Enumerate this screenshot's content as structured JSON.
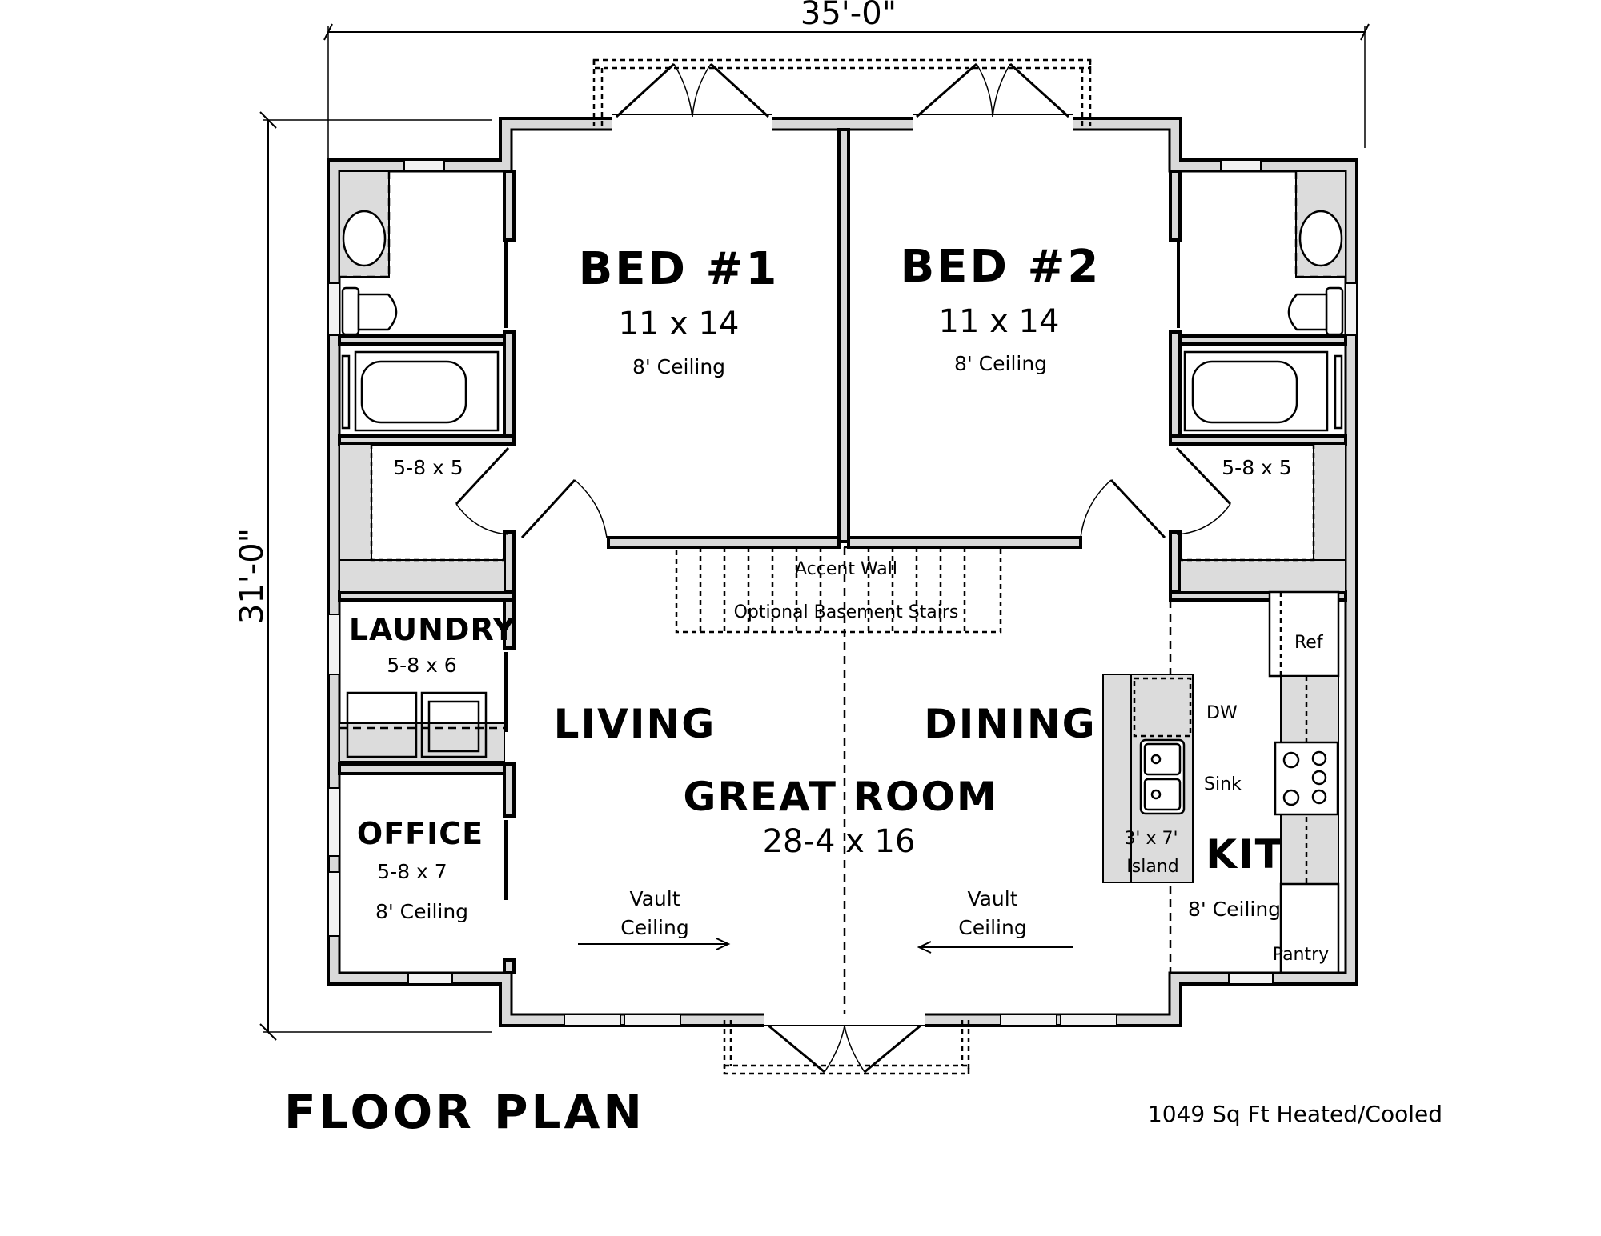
{
  "plan": {
    "title": "FLOOR PLAN",
    "area_note": "1049 Sq Ft Heated/Cooled",
    "dimensions": {
      "overall_width": "35'-0\"",
      "overall_depth": "31'-0\""
    }
  },
  "rooms": {
    "bed1": {
      "name": "BED #1",
      "size": "11 x 14",
      "ceiling": "8' Ceiling"
    },
    "bed2": {
      "name": "BED #2",
      "size": "11 x 14",
      "ceiling": "8' Ceiling"
    },
    "closet1": {
      "size": "5-8 x 5"
    },
    "closet2": {
      "size": "5-8 x 5"
    },
    "laundry": {
      "name": "LAUNDRY",
      "size": "5-8 x 6"
    },
    "office": {
      "name": "OFFICE",
      "size": "5-8 x 7",
      "ceiling": "8' Ceiling"
    },
    "living": {
      "name": "LIVING",
      "ceiling_line1": "Vault",
      "ceiling_line2": "Ceiling"
    },
    "dining": {
      "name": "DINING",
      "ceiling_line1": "Vault",
      "ceiling_line2": "Ceiling"
    },
    "great_room": {
      "name": "GREAT ROOM",
      "size": "28-4 x 16"
    },
    "kitchen": {
      "name": "KIT",
      "ceiling": "8' Ceiling"
    }
  },
  "annotations": {
    "accent_wall": "Accent Wall",
    "stairs": "Optional Basement Stairs",
    "island_size": "3' x 7'",
    "island_label": "Island",
    "dishwasher": "DW",
    "sink": "Sink",
    "refrigerator": "Ref",
    "pantry": "Pantry"
  }
}
